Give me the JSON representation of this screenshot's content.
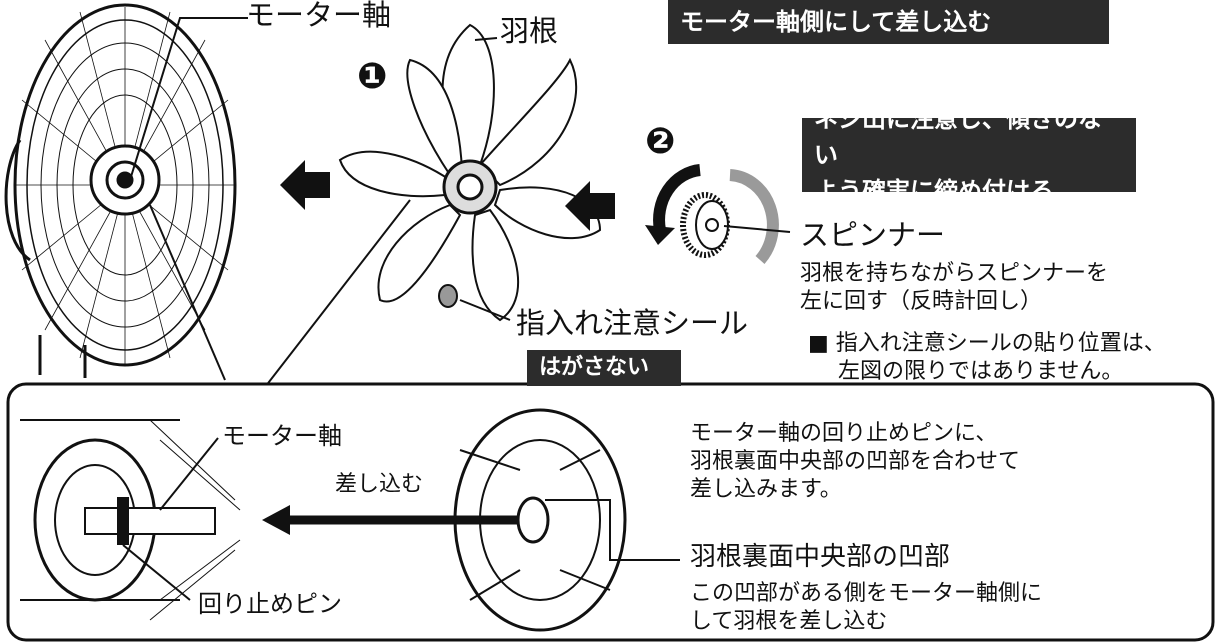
{
  "top_banner": "モーター軸側にして差し込む",
  "labels": {
    "motor_shaft_top": "モーター軸",
    "blade": "羽根",
    "step1": "❶",
    "step2": "❷",
    "spinner": "スピンナー",
    "sticker": "指入れ注意シール",
    "motor_shaft_detail": "モーター軸",
    "insert": "差し込む",
    "stop_pin": "回り止めピン",
    "recess_title": "羽根裏面中央部の凹部"
  },
  "callouts": {
    "tighten_line1": "ネジ山に注意し、傾きのない",
    "tighten_line2": "よう確実に締め付ける",
    "do_not_peel": "はがさない"
  },
  "notes": {
    "spinner_line1": "羽根を持ちながらスピンナーを",
    "spinner_line2": "左に回す（反時計回し）",
    "sticker_line1": "■ 指入れ注意シールの貼り位置は、",
    "sticker_line2": "左図の限りではありません。",
    "detail_line1": "モーター軸の回り止めピンに、",
    "detail_line2": "羽根裏面中央部の凹部を合わせて",
    "detail_line3": "差し込みます。",
    "recess_line1": "この凹部がある側をモーター軸側に",
    "recess_line2": "して羽根を差し込む"
  },
  "colors": {
    "ink": "#111111",
    "callout_bg": "#2c2c2c",
    "callout_text": "#ffffff",
    "blade_shade": "#d8d8d8",
    "rotation_gray": "#9a9a9a"
  }
}
